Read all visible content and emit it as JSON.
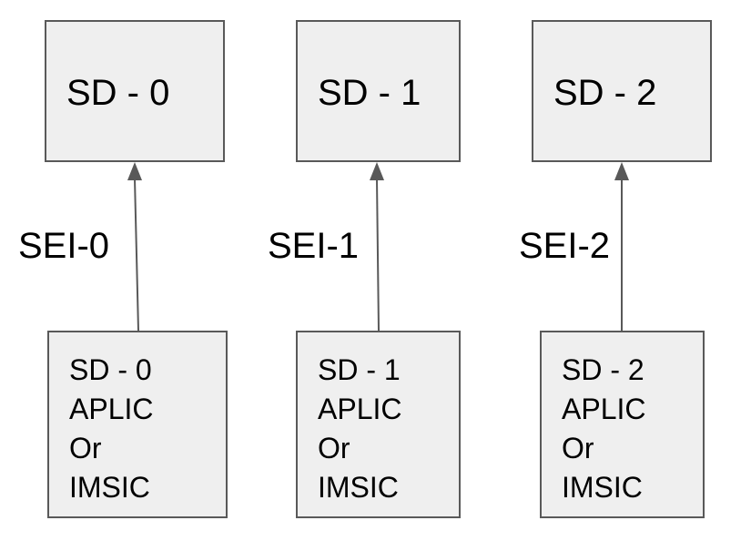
{
  "colors": {
    "box_fill": "#efefef",
    "box_border": "#595959",
    "arrow": "#595959",
    "text": "#000000"
  },
  "domains": [
    {
      "title": "SD - 0",
      "link_label": "SEI-0",
      "source_lines": [
        "SD - 0",
        "APLIC",
        "Or",
        "IMSIC"
      ]
    },
    {
      "title": "SD - 1",
      "link_label": "SEI-1",
      "source_lines": [
        "SD - 1",
        "APLIC",
        "Or",
        "IMSIC"
      ]
    },
    {
      "title": "SD - 2",
      "link_label": "SEI-2",
      "source_lines": [
        "SD - 2",
        "APLIC",
        "Or",
        "IMSIC"
      ]
    }
  ]
}
